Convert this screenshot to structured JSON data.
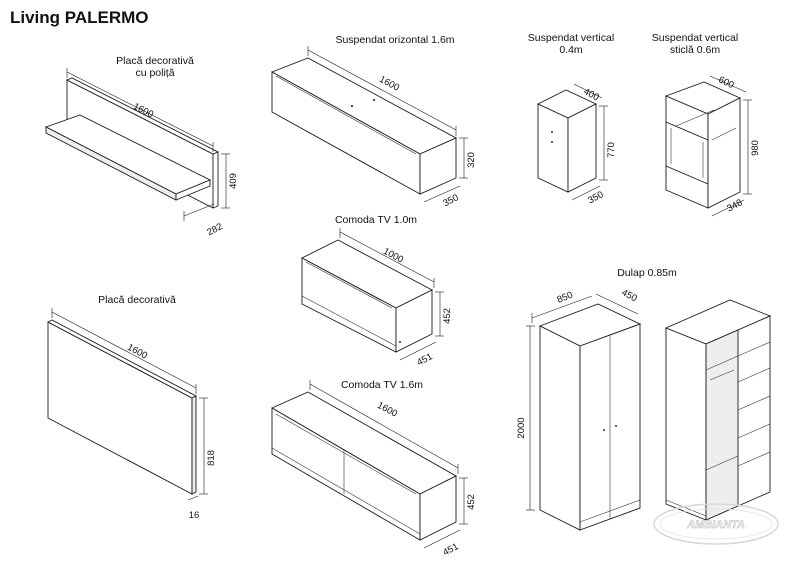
{
  "title": "Living PALERMO",
  "watermark": "AMBIANTA",
  "items": {
    "shelf_panel": {
      "caption1": "Placă decorativă",
      "caption2": "cu poliță",
      "width": "1600",
      "height": "409",
      "depth": "282"
    },
    "hanging_horizontal": {
      "caption": "Suspendat orizontal 1.6m",
      "width": "1600",
      "height": "320",
      "depth": "350"
    },
    "hanging_vertical": {
      "caption1": "Suspendat vertical",
      "caption2": "0.4m",
      "width": "400",
      "height": "770",
      "depth": "350"
    },
    "hanging_vertical_glass": {
      "caption1": "Suspendat vertical",
      "caption2": "sticlă 0.6m",
      "width": "600",
      "height": "980",
      "depth": "348"
    },
    "tv_stand_1m": {
      "caption": "Comoda TV 1.0m",
      "width": "1000",
      "height": "452",
      "depth": "451"
    },
    "decor_panel": {
      "caption": "Placă decorativă",
      "width": "1600",
      "height": "818",
      "depth": "16"
    },
    "tv_stand_16m": {
      "caption": "Comoda TV 1.6m",
      "width": "1600",
      "height": "452",
      "depth": "451"
    },
    "wardrobe": {
      "caption": "Dulap 0.85m",
      "width": "850",
      "depth": "450",
      "height": "2000"
    }
  }
}
